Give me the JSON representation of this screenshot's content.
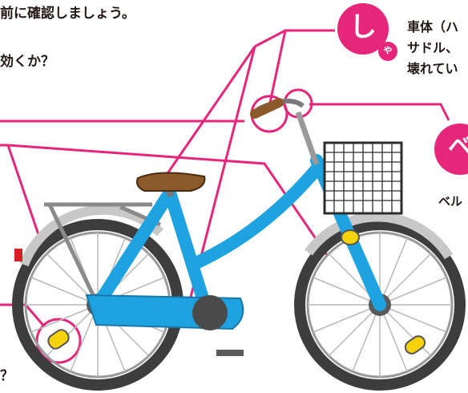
{
  "texts": {
    "intro": "前に確認しましょう。",
    "question_brake": "効くか？",
    "question_bottom": "？",
    "sha_line1": "車体（ハ",
    "sha_line2": "サドル、",
    "sha_line3": "壊れてい",
    "bell_label": "ベル"
  },
  "badges": {
    "sha_char": "し",
    "sha_small": "ゃ",
    "bell_char": "ベ"
  },
  "colors": {
    "accent": "#e5267a",
    "frame": "#1fa3e0",
    "tire": "#3d3d3d",
    "saddle": "#8b5a2b",
    "reflector": "#f5d20a"
  }
}
